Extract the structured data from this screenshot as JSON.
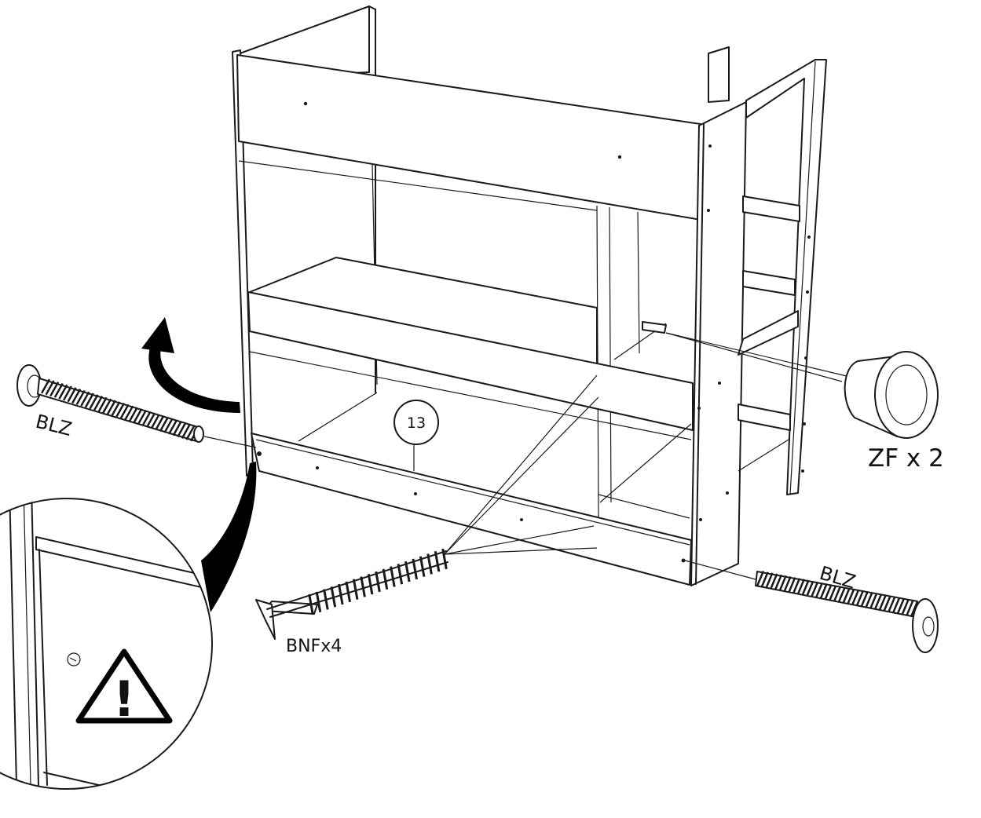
{
  "diagram": {
    "labels": {
      "blz_left": "BLZ",
      "blz_right": "BLZ",
      "part_number": "13",
      "knob": "ZF x 2",
      "screw": "BNFx4",
      "warning_mark": "!"
    },
    "colors": {
      "line": "#1a1a1a",
      "fill": "#ffffff",
      "arrow": "#000000"
    }
  }
}
